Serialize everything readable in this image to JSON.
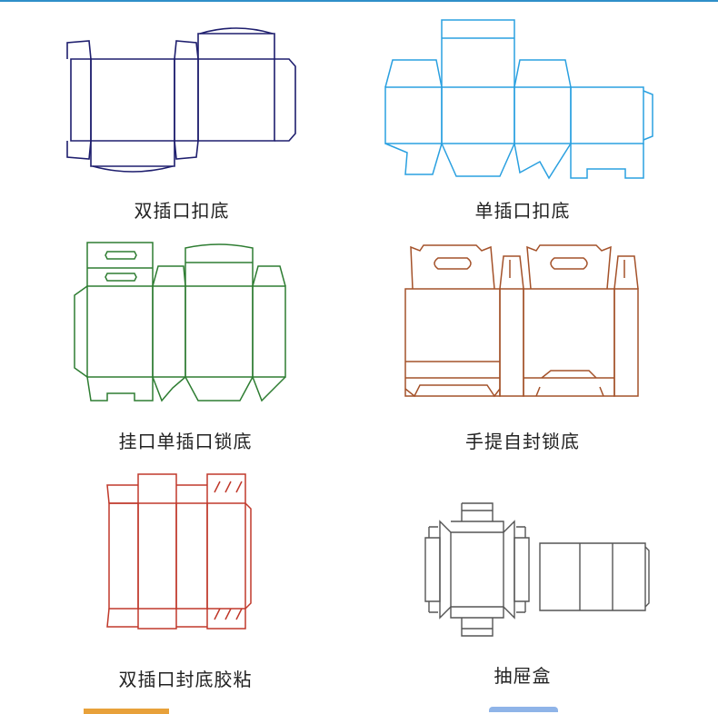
{
  "colors": {
    "top_rule": "#2f8fc9",
    "navy": "#1e1e6e",
    "blue": "#2aa0e0",
    "green": "#2e7d32",
    "brown": "#a4522a",
    "red": "#c0392b",
    "gray": "#555555",
    "peek_left": "#e8a13a",
    "peek_right": "#8fb4e8"
  },
  "items": [
    {
      "label": "双插口扣底"
    },
    {
      "label": "单插口扣底"
    },
    {
      "label": "挂口单插口锁底"
    },
    {
      "label": "手提自封锁底"
    },
    {
      "label": "双插口封底胶粘"
    },
    {
      "label": "抽屉盒"
    }
  ]
}
